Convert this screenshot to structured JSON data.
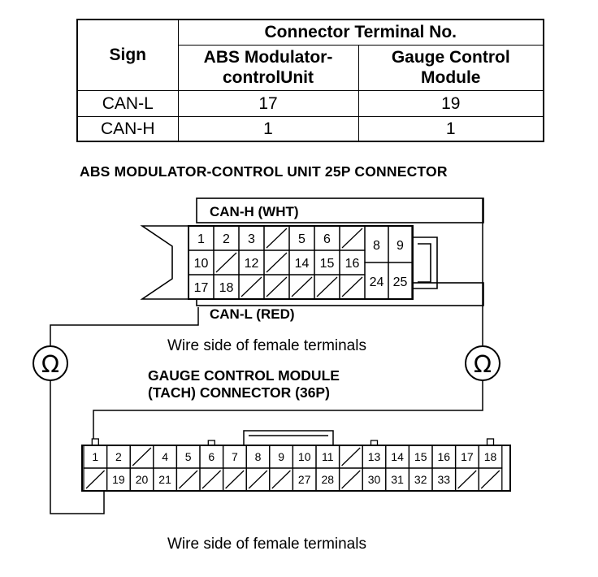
{
  "table": {
    "header_sign": "Sign",
    "header_connector": "Connector Terminal No.",
    "col1_line1": "ABS Modulator-",
    "col1_line2": "controlUnit",
    "col2_line1": "Gauge Control",
    "col2_line2": "Module",
    "rows": [
      {
        "sign": "CAN-L",
        "abs": "17",
        "gauge": "19"
      },
      {
        "sign": "CAN-H",
        "abs": "1",
        "gauge": "1"
      }
    ]
  },
  "abs_connector": {
    "title": "ABS MODULATOR-CONTROL UNIT 25P CONNECTOR",
    "can_h_label": "CAN-H (WHT)",
    "can_l_label": "CAN-L (RED)",
    "row1": [
      "1",
      "2",
      "3",
      "",
      "5",
      "6",
      ""
    ],
    "row2": [
      "10",
      "",
      "12",
      "",
      "14",
      "15",
      "16"
    ],
    "row3": [
      "17",
      "18",
      "",
      "",
      "",
      "",
      ""
    ],
    "right_top": [
      "8",
      "9"
    ],
    "right_bottom": [
      "24",
      "25"
    ],
    "wire_side_label": "Wire side of female terminals"
  },
  "gauge_connector": {
    "title_line1": "GAUGE CONTROL MODULE",
    "title_line2": "(TACH) CONNECTOR (36P)",
    "top_row": [
      "1",
      "2",
      "",
      "4",
      "5",
      "6",
      "7",
      "8",
      "9",
      "10",
      "11",
      "",
      "13",
      "14",
      "15",
      "16",
      "17",
      "18"
    ],
    "bottom_row": [
      "",
      "19",
      "20",
      "21",
      "",
      "",
      "",
      "",
      "",
      "27",
      "28",
      "",
      "30",
      "31",
      "32",
      "33",
      "",
      ""
    ],
    "wire_side_label": "Wire side of female terminals"
  },
  "meter_symbol": "Ω"
}
